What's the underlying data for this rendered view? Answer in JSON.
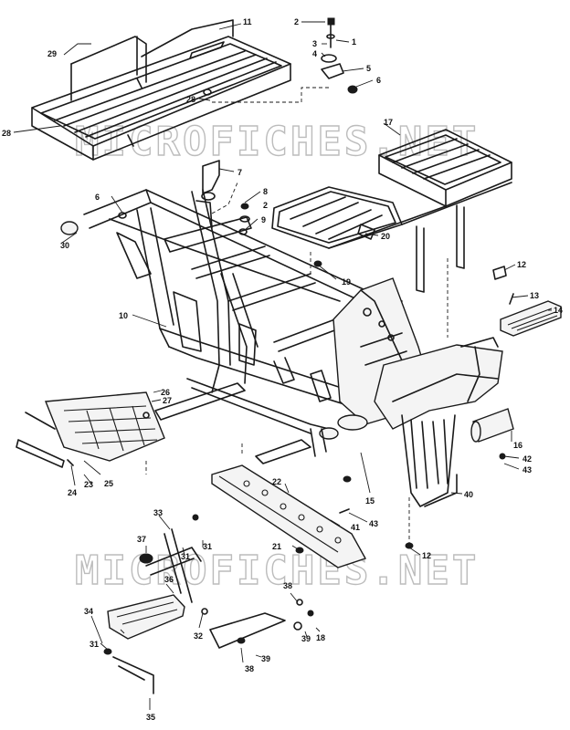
{
  "watermark": "MICROFICHES.NET",
  "callouts": [
    "1",
    "2",
    "3",
    "4",
    "5",
    "6",
    "7",
    "8",
    "2",
    "9",
    "10",
    "11",
    "12",
    "13",
    "14",
    "15",
    "16",
    "17",
    "19",
    "20",
    "21",
    "22",
    "23",
    "24",
    "25",
    "26",
    "27",
    "28",
    "28",
    "29",
    "30",
    "31",
    "31",
    "31",
    "32",
    "33",
    "34",
    "35",
    "36",
    "37",
    "38",
    "38",
    "39",
    "39",
    "40",
    "41",
    "42",
    "43",
    "43",
    "12",
    "18",
    "6"
  ]
}
